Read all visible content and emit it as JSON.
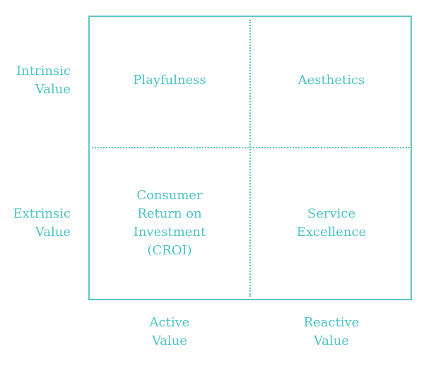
{
  "rows": {
    "top": "Intrinsic\nValue",
    "bottom": "Extrinsic\nValue"
  },
  "columns": {
    "left": "Active\nValue",
    "right": "Reactive\nValue"
  },
  "quadrants": {
    "top_left": "Playfulness",
    "top_right": "Aesthetics",
    "bottom_left": "Consumer\nReturn on\nInvestment\n(CROI)",
    "bottom_right": "Service\nExcellence"
  },
  "colors": {
    "accent": "#5ec6c6",
    "text": "#4fc3c3"
  }
}
